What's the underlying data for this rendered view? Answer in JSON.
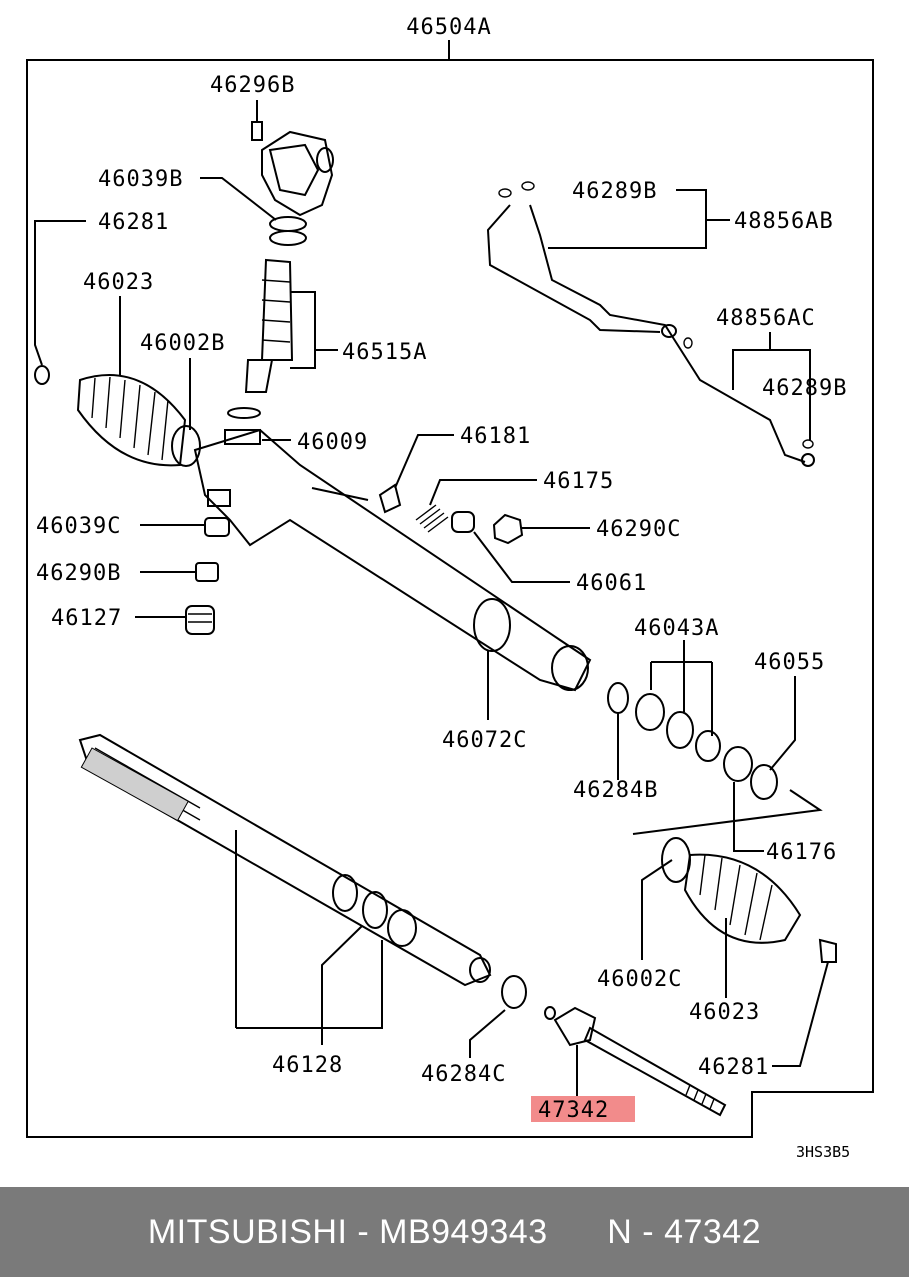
{
  "diagram": {
    "assembly_label": "46504A",
    "drawing_code": "3HS3B5",
    "highlight_color": "#f28b8b",
    "labels": {
      "p46296B": "46296B",
      "p46039B": "46039B",
      "p46281_top": "46281",
      "p46023_top": "46023",
      "p46002B": "46002B",
      "p46515A": "46515A",
      "p46009": "46009",
      "p46181": "46181",
      "p46175": "46175",
      "p46039C": "46039C",
      "p46290C": "46290C",
      "p46290B": "46290B",
      "p46061": "46061",
      "p46127": "46127",
      "p46289B_top": "46289B",
      "p48856AB": "48856AB",
      "p48856AC": "48856AC",
      "p46289B_right": "46289B",
      "p46043A": "46043A",
      "p46055": "46055",
      "p46072C": "46072C",
      "p46284B": "46284B",
      "p46176": "46176",
      "p46002C": "46002C",
      "p46023_bottom": "46023",
      "p46128": "46128",
      "p46284C": "46284C",
      "p46281_bottom": "46281",
      "p47342": "47342"
    }
  },
  "footer": {
    "brand_part": "MITSUBISHI - MB949343",
    "ref": "N - 47342"
  }
}
